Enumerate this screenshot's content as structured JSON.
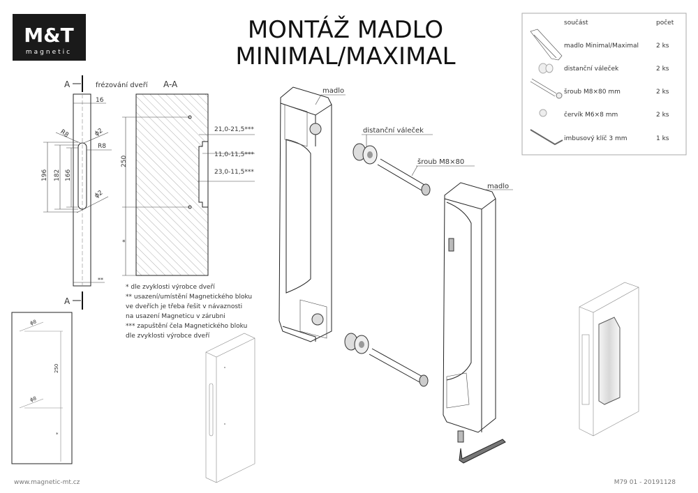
{
  "logo": {
    "main": "M&T",
    "sub": "magnetic"
  },
  "title": {
    "line1": "MONTÁŽ MADLO",
    "line2": "MINIMAL/MAXIMAL"
  },
  "parts_table": {
    "headers": {
      "part": "součást",
      "count": "počet"
    },
    "rows": [
      {
        "part": "madlo Minimal/Maximal",
        "count": "2 ks",
        "icon": "handle"
      },
      {
        "part": "distanční váleček",
        "count": "2 ks",
        "icon": "spacer"
      },
      {
        "part": "šroub M8×80 mm",
        "count": "2 ks",
        "icon": "screw"
      },
      {
        "part": "červík M6×8 mm",
        "count": "2 ks",
        "icon": "grub-screw"
      },
      {
        "part": "imbusový klíč 3 mm",
        "count": "1 ks",
        "icon": "hex-key"
      }
    ]
  },
  "section_view": {
    "marker_top": "A",
    "marker_bottom": "A",
    "label": "frézování dveří",
    "dims": {
      "width": "16",
      "r_top": "R8",
      "r_side": "R8",
      "d_top": "ϕ2",
      "d_bottom": "ϕ2",
      "h196": "196",
      "h182": "182",
      "h166": "166",
      "offset": "**"
    }
  },
  "aa_view": {
    "title": "A-A",
    "dims": {
      "h250": "250",
      "star": "*",
      "d1": "21,0-21,5***",
      "d2": "11,0-11,5***",
      "d3": "23,0-11,5***"
    }
  },
  "footnotes": [
    "*   dle zvyklosti výrobce dveří",
    "** usazení/umístění Magnetického bloku",
    "ve dveřích je třeba řešit v návaznosti",
    "na usazení Magneticu v zárubni",
    "*** zapuštění čela Magnetického bloku",
    "dle zvyklosti výrobce dveří"
  ],
  "drill_view": {
    "d_top": "ϕ8",
    "d_bottom": "ϕ8",
    "h250": "250",
    "star": "*"
  },
  "callouts": {
    "handle_left": "madlo",
    "spacer": "distanční váleček",
    "screw": "šroub M8×80",
    "handle_right": "madlo"
  },
  "footer": {
    "website": "www.magnetic-mt.cz",
    "doc_id": "M79 01 - 20191128"
  }
}
